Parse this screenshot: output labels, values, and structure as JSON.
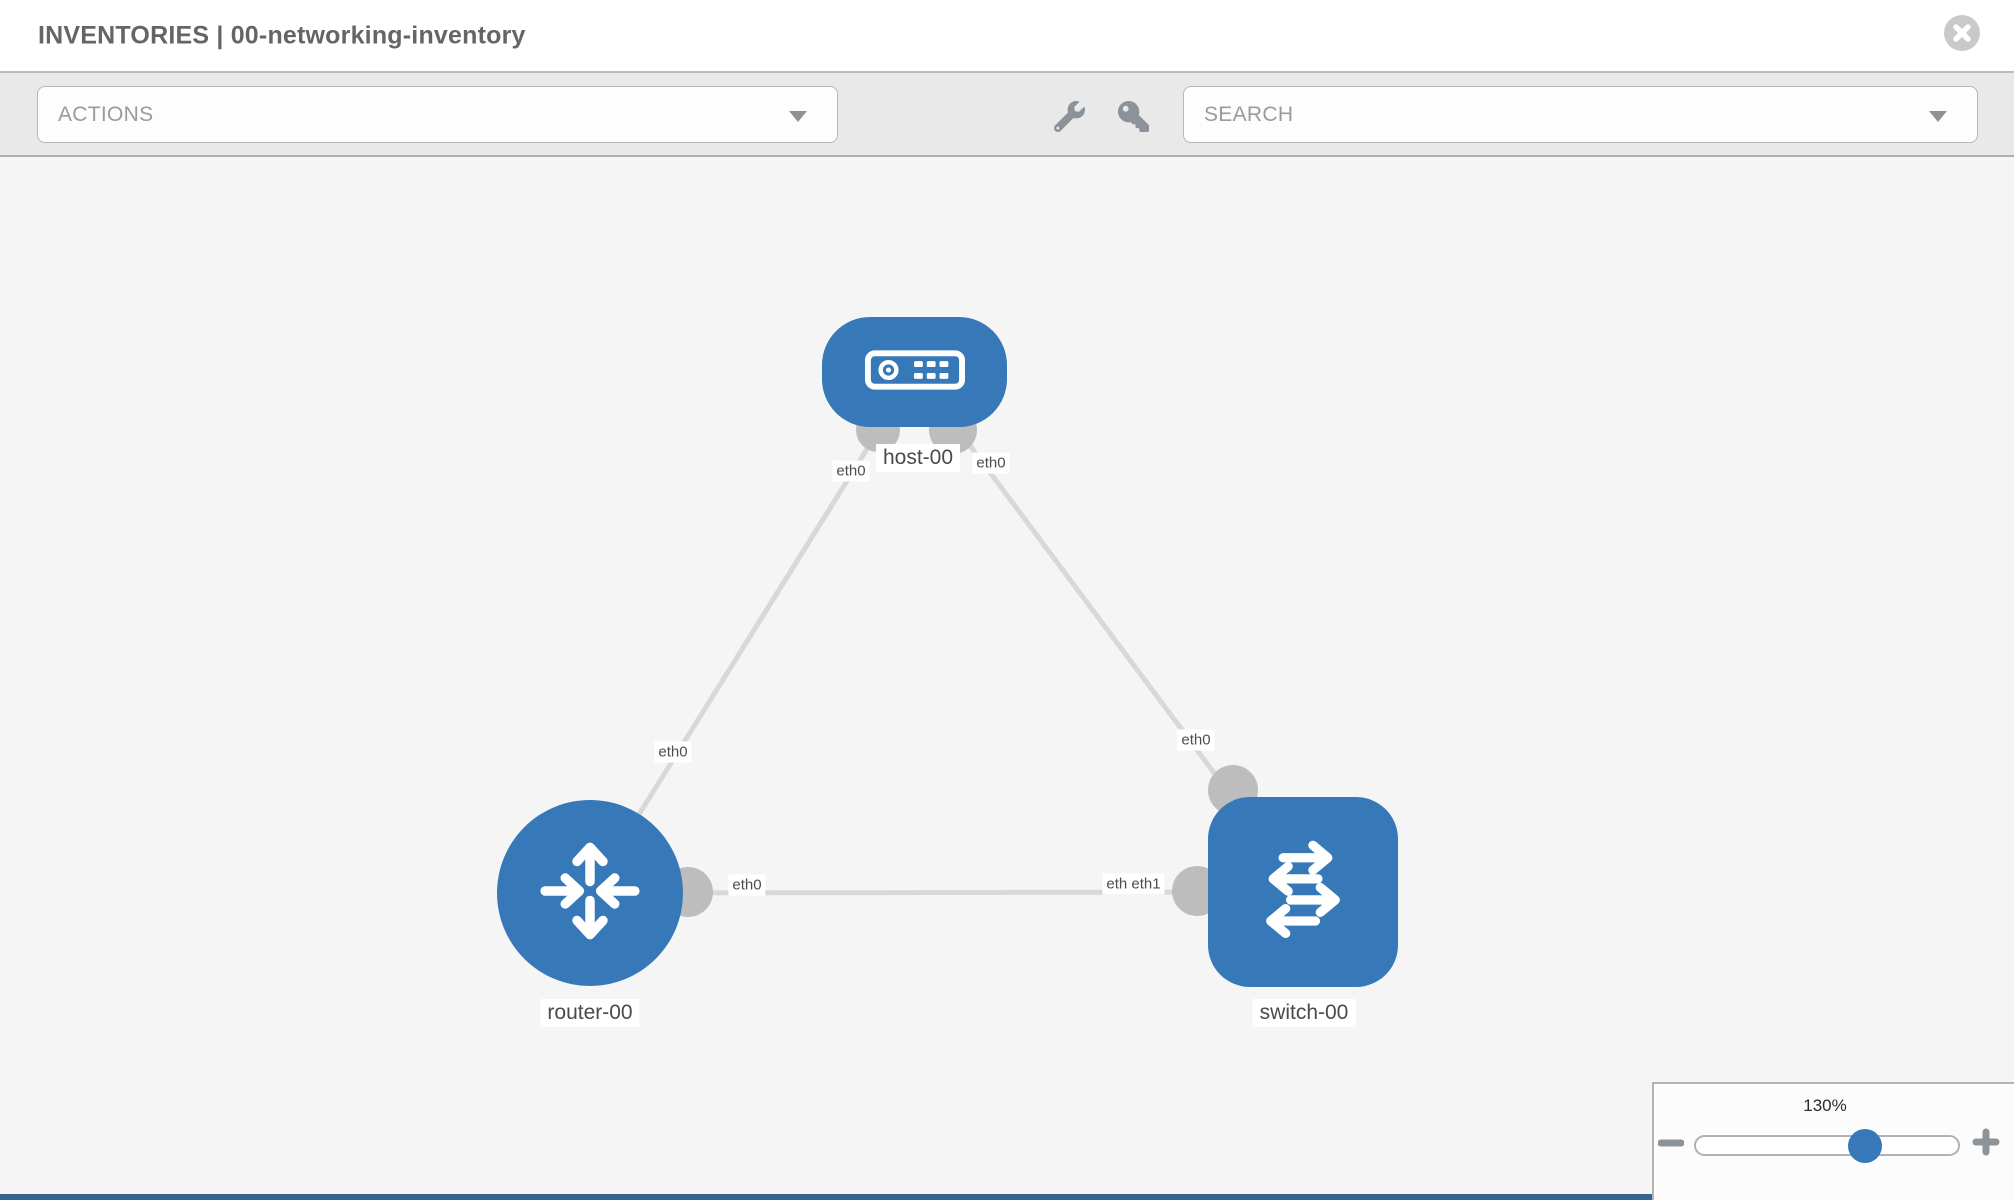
{
  "header": {
    "title": "INVENTORIES | 00-networking-inventory"
  },
  "toolbar": {
    "actions_label": "ACTIONS",
    "search_label": "SEARCH"
  },
  "icons": {
    "close": "close-x-circle",
    "actions_caret": "chevron-down",
    "search_caret": "chevron-down",
    "wrench": "wrench",
    "key": "key",
    "zoom_out": "minus",
    "zoom_in": "plus",
    "host_glyph": "server",
    "router_glyph": "crossing-arrows",
    "switch_glyph": "alternating-arrows"
  },
  "colors": {
    "node_blue": "#3779b8",
    "link_gray": "#d8d8d8",
    "connector_gray": "#bdbdbd",
    "toolbar_bg": "#e9e9e9",
    "canvas_bg": "#f5f5f5",
    "bottom_bar": "#35648f"
  },
  "topology": {
    "nodes": [
      {
        "name": "host-00",
        "type": "host"
      },
      {
        "name": "router-00",
        "type": "router"
      },
      {
        "name": "switch-00",
        "type": "switch"
      }
    ],
    "links": [
      {
        "from": "router-00",
        "to": "host-00",
        "from_interface": "eth0",
        "to_interface": "eth0"
      },
      {
        "from": "host-00",
        "to": "switch-00",
        "from_interface": "eth0",
        "to_interface": "eth0"
      },
      {
        "from": "router-00",
        "to": "switch-00",
        "from_interface": "eth0",
        "to_interface": "eth1"
      }
    ],
    "labels": {
      "rh_router": "eth0",
      "rh_host": "eth0",
      "hs_host": "eth0",
      "hs_switch": "eth0",
      "rs_router": "eth0",
      "rs_switch_back": "eth0",
      "rs_switch_front": "eth1"
    }
  },
  "zoom": {
    "level": "130%"
  }
}
